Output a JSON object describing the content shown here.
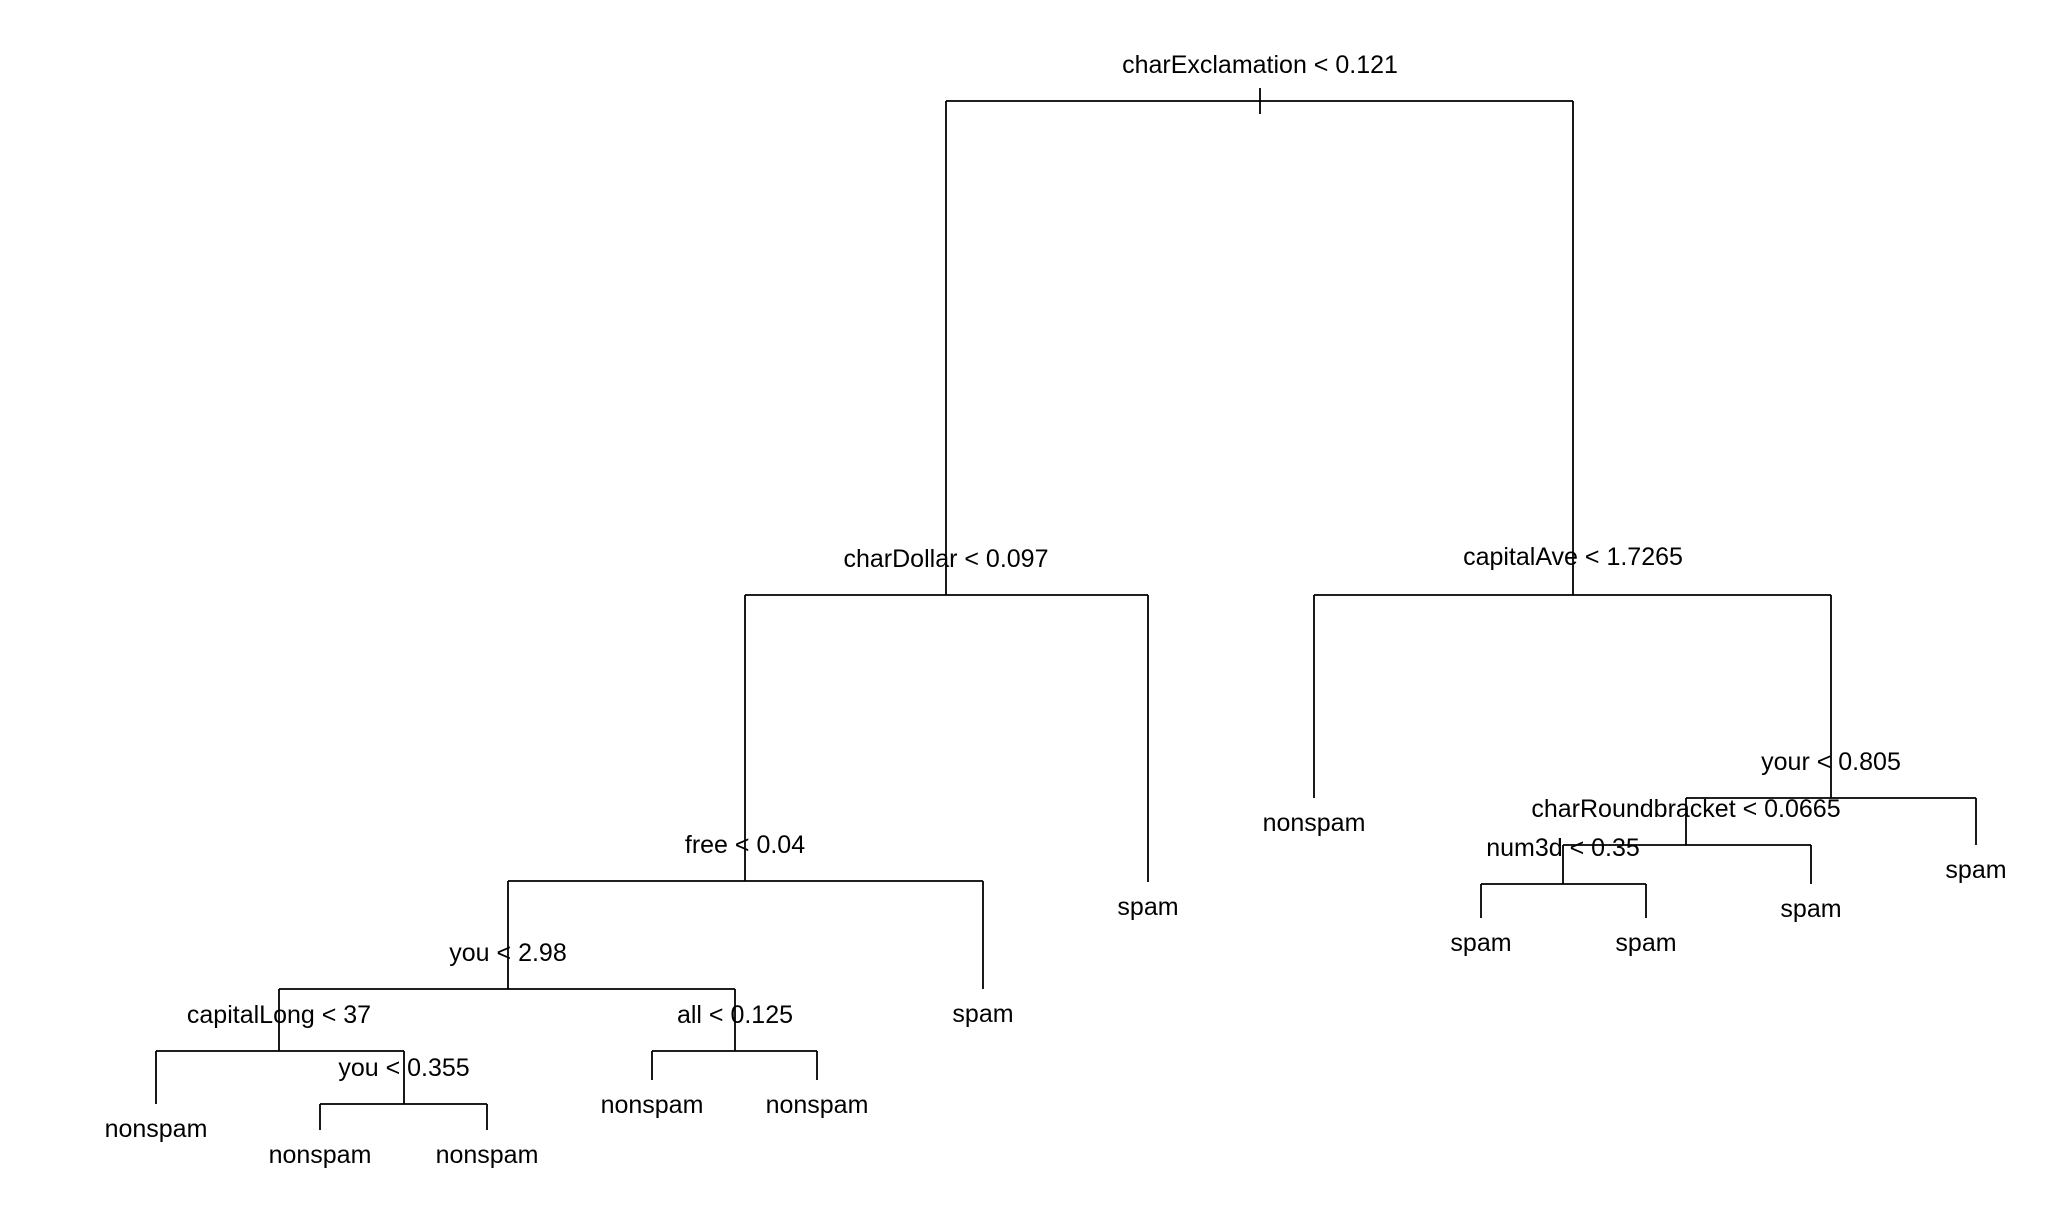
{
  "tree": {
    "id": "root",
    "label": "charExclamation < 0.121",
    "children": [
      {
        "id": "n-chardollar",
        "label": "charDollar < 0.097",
        "children": [
          {
            "id": "n-free",
            "label": "free < 0.04",
            "children": [
              {
                "id": "n-you-298",
                "label": "you < 2.98",
                "children": [
                  {
                    "id": "n-capitallong",
                    "label": "capitalLong < 37",
                    "children": [
                      {
                        "id": "leaf-1",
                        "label": "nonspam"
                      },
                      {
                        "id": "n-you-0355",
                        "label": "you < 0.355",
                        "children": [
                          {
                            "id": "leaf-2",
                            "label": "nonspam"
                          },
                          {
                            "id": "leaf-3",
                            "label": "nonspam"
                          }
                        ]
                      }
                    ]
                  },
                  {
                    "id": "n-all",
                    "label": "all < 0.125",
                    "children": [
                      {
                        "id": "leaf-4",
                        "label": "nonspam"
                      },
                      {
                        "id": "leaf-5",
                        "label": "nonspam"
                      }
                    ]
                  }
                ]
              },
              {
                "id": "leaf-6",
                "label": "spam"
              }
            ]
          },
          {
            "id": "leaf-7",
            "label": "spam"
          }
        ]
      },
      {
        "id": "n-capitalave",
        "label": "capitalAve < 1.7265",
        "children": [
          {
            "id": "leaf-8",
            "label": "nonspam"
          },
          {
            "id": "n-your",
            "label": "your < 0.805",
            "children": [
              {
                "id": "n-charroundbracket",
                "label": "charRoundbracket < 0.0665",
                "children": [
                  {
                    "id": "n-num3d",
                    "label": "num3d < 0.35",
                    "children": [
                      {
                        "id": "leaf-9",
                        "label": "spam"
                      },
                      {
                        "id": "leaf-10",
                        "label": "spam"
                      }
                    ]
                  },
                  {
                    "id": "leaf-11",
                    "label": "spam"
                  }
                ]
              },
              {
                "id": "leaf-12",
                "label": "spam"
              }
            ]
          }
        ]
      }
    ]
  }
}
